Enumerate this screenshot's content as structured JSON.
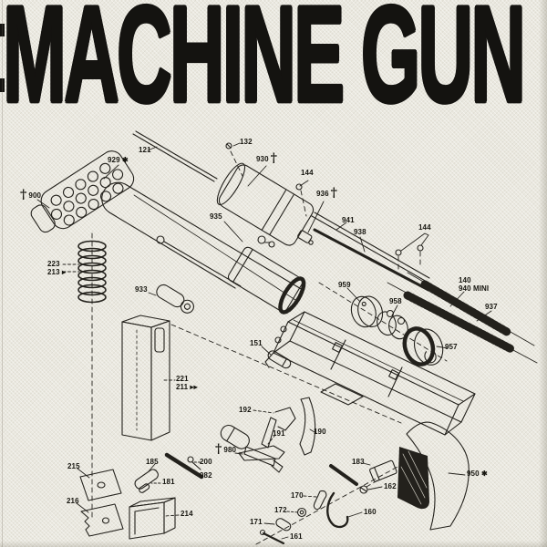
{
  "title": {
    "text": "MACHINE GUN"
  },
  "colors": {
    "paper": "#eae8df",
    "ink": "#23211c",
    "title_ink": "#141310"
  },
  "diagram": {
    "description": "Exploded parts diagram of a machine pistol",
    "labels": {
      "l900": {
        "dagger": "†",
        "text": "900"
      },
      "l929": {
        "text": "929 ✱"
      },
      "l121": {
        "text": "121"
      },
      "l132": {
        "text": "132"
      },
      "l930": {
        "text": "930",
        "dagger": "†"
      },
      "l144a": {
        "text": "144"
      },
      "l936": {
        "text": "936",
        "dagger": "†"
      },
      "l941": {
        "text": "941"
      },
      "l938": {
        "text": "938"
      },
      "l935": {
        "text": "935"
      },
      "l144b": {
        "text": "144"
      },
      "l140": {
        "text": "140"
      },
      "l940": {
        "text": "940 MINI"
      },
      "l937": {
        "text": "937"
      },
      "l959": {
        "text": "959"
      },
      "l958": {
        "text": "958"
      },
      "l957": {
        "text": "957"
      },
      "l151": {
        "text": "151"
      },
      "l223": {
        "text": "223"
      },
      "l213": {
        "text": "213 ▸"
      },
      "l933": {
        "text": "933"
      },
      "l221": {
        "text": "221"
      },
      "l211": {
        "text": "211 ▸▸"
      },
      "l192": {
        "text": "192"
      },
      "l191": {
        "text": "191"
      },
      "l190": {
        "text": "190"
      },
      "l980": {
        "dagger": "†",
        "text": "980"
      },
      "l200": {
        "text": "200"
      },
      "l982": {
        "text": "982"
      },
      "l215": {
        "text": "215"
      },
      "l216": {
        "text": "216"
      },
      "l185": {
        "text": "185"
      },
      "l181": {
        "text": "181"
      },
      "l214": {
        "text": "214"
      },
      "l183": {
        "text": "183"
      },
      "l162": {
        "text": "162"
      },
      "l170": {
        "text": "170"
      },
      "l160": {
        "text": "160"
      },
      "l172": {
        "text": "172"
      },
      "l171": {
        "text": "171"
      },
      "l161": {
        "text": "161"
      },
      "l950": {
        "text": "950 ✱"
      }
    }
  }
}
